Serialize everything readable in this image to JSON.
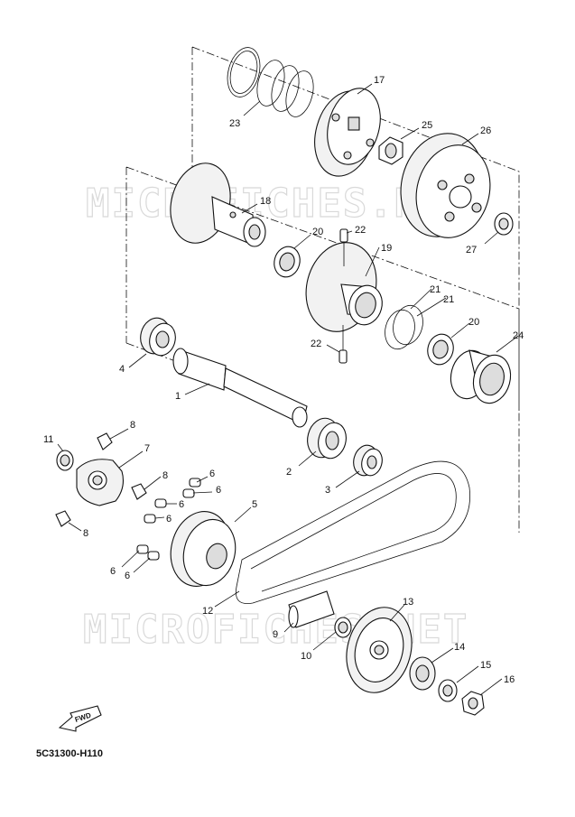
{
  "diagram": {
    "drawing_code": "5C31300-H110",
    "fwd_label": "FWD",
    "watermarks": [
      "MICROFICHES.NET",
      "MICROFICHES.NET"
    ],
    "callouts": [
      {
        "id": "c23",
        "text": "23"
      },
      {
        "id": "c17",
        "text": "17"
      },
      {
        "id": "c25",
        "text": "25"
      },
      {
        "id": "c26",
        "text": "26"
      },
      {
        "id": "c18",
        "text": "18"
      },
      {
        "id": "c20a",
        "text": "20"
      },
      {
        "id": "c22a",
        "text": "22"
      },
      {
        "id": "c19",
        "text": "19"
      },
      {
        "id": "c27",
        "text": "27"
      },
      {
        "id": "c21a",
        "text": "21"
      },
      {
        "id": "c21b",
        "text": "21"
      },
      {
        "id": "c20b",
        "text": "20"
      },
      {
        "id": "c24",
        "text": "24"
      },
      {
        "id": "c22b",
        "text": "22"
      },
      {
        "id": "c4",
        "text": "4"
      },
      {
        "id": "c1",
        "text": "1"
      },
      {
        "id": "c11",
        "text": "11"
      },
      {
        "id": "c8a",
        "text": "8"
      },
      {
        "id": "c7",
        "text": "7"
      },
      {
        "id": "c8b",
        "text": "8"
      },
      {
        "id": "c6a",
        "text": "6"
      },
      {
        "id": "c6b",
        "text": "6"
      },
      {
        "id": "c6c",
        "text": "6"
      },
      {
        "id": "c6d",
        "text": "6"
      },
      {
        "id": "c2",
        "text": "2"
      },
      {
        "id": "c3",
        "text": "3"
      },
      {
        "id": "c8c",
        "text": "8"
      },
      {
        "id": "c5",
        "text": "5"
      },
      {
        "id": "c6e",
        "text": "6"
      },
      {
        "id": "c6f",
        "text": "6"
      },
      {
        "id": "c12",
        "text": "12"
      },
      {
        "id": "c9",
        "text": "9"
      },
      {
        "id": "c13",
        "text": "13"
      },
      {
        "id": "c10",
        "text": "10"
      },
      {
        "id": "c14",
        "text": "14"
      },
      {
        "id": "c15",
        "text": "15"
      },
      {
        "id": "c16",
        "text": "16"
      }
    ]
  }
}
